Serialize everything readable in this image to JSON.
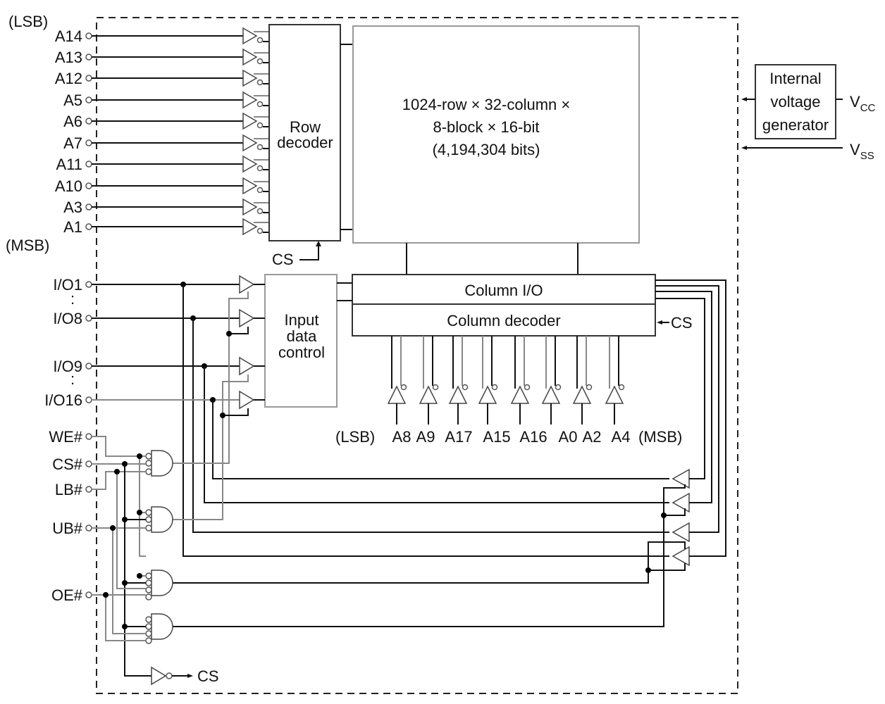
{
  "row_address": {
    "lsb_label": "(LSB)",
    "msb_label": "(MSB)",
    "pins": [
      "A14",
      "A13",
      "A12",
      "A5",
      "A6",
      "A7",
      "A11",
      "A10",
      "A3",
      "A1"
    ]
  },
  "row_decoder": {
    "line1": "Row",
    "line2": "decoder",
    "cs_label": "CS"
  },
  "memory_array": {
    "line1": "1024-row × 32-column ×",
    "line2": "8-block × 16-bit",
    "line3": "(4,194,304 bits)"
  },
  "voltage": {
    "line1": "Internal",
    "line2": "voltage",
    "line3": "generator",
    "vcc": "V",
    "vcc_sub": "CC",
    "vss": "V",
    "vss_sub": "SS"
  },
  "column_io": {
    "label": "Column I/O"
  },
  "column_decoder": {
    "label": "Column decoder",
    "cs_label": "CS"
  },
  "column_address": {
    "lsb_label": "(LSB)",
    "msb_label": "(MSB)",
    "pins": [
      "A8",
      "A9",
      "A17",
      "A15",
      "A16",
      "A0",
      "A2",
      "A4"
    ]
  },
  "io_pins": {
    "pins": [
      "I/O1",
      "I/O8",
      "I/O9",
      "I/O16"
    ],
    "ellipsis": ":"
  },
  "input_data_control": {
    "line1": "Input",
    "line2": "data",
    "line3": "control"
  },
  "control_pins": {
    "pins": [
      "WE#",
      "CS#",
      "LB#",
      "UB#",
      "OE#"
    ],
    "cs_out_label": "CS"
  }
}
